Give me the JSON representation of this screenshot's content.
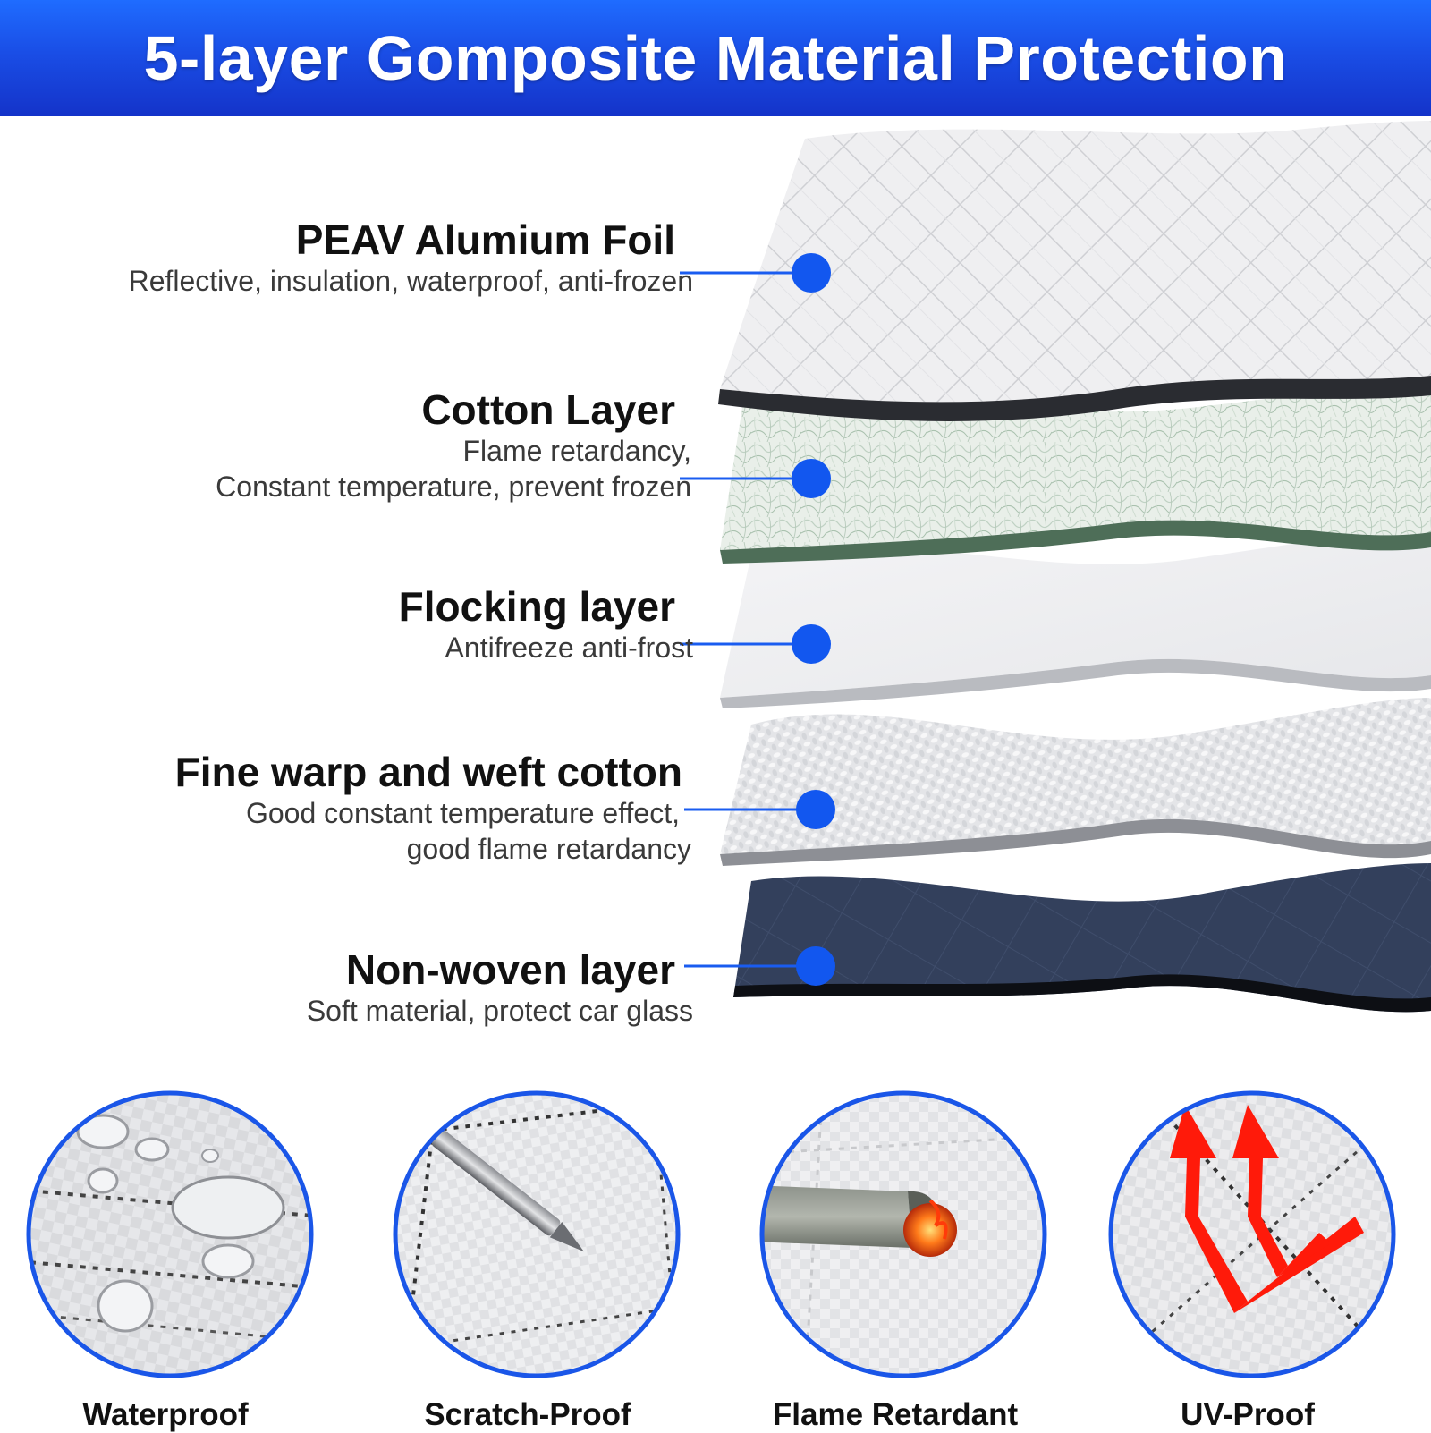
{
  "header": {
    "title": "5-layer Gomposite Material Protection"
  },
  "colors": {
    "accent_blue": "#1a5cf0",
    "dot_blue": "#1257ef",
    "arrow_red": "#ff1a0a"
  },
  "layers": [
    {
      "name": "PEAV Alumium Foil",
      "desc_lines": [
        "Reflective, insulation, waterproof, anti-frozen"
      ],
      "texture": "diamond-quilted-foil"
    },
    {
      "name": "Cotton Layer",
      "desc_lines": [
        "Flame retardancy,",
        "Constant temperature, prevent frozen"
      ],
      "texture": "green-fiber"
    },
    {
      "name": "Flocking layer",
      "desc_lines": [
        "Antifreeze anti-frost"
      ],
      "texture": "smooth-white"
    },
    {
      "name": "Fine warp and weft cotton",
      "desc_lines": [
        "Good constant temperature effect,",
        "good flame retardancy"
      ],
      "texture": "woven-white"
    },
    {
      "name": "Non-woven layer",
      "desc_lines": [
        "Soft material, protect car glass"
      ],
      "texture": "navy-nonwoven"
    }
  ],
  "features": [
    {
      "label": "Waterproof",
      "icon": "water-drops-icon"
    },
    {
      "label": "Scratch-Proof",
      "icon": "screwdriver-icon"
    },
    {
      "label": "Flame Retardant",
      "icon": "cigarette-icon"
    },
    {
      "label": "UV-Proof",
      "icon": "uv-reflect-arrows-icon"
    }
  ]
}
